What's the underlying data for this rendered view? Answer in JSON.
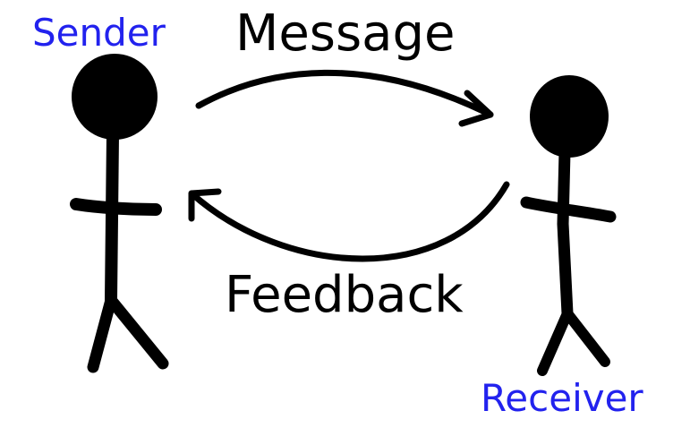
{
  "diagram": {
    "sender": {
      "label": "Sender"
    },
    "receiver": {
      "label": "Receiver"
    },
    "message": {
      "label": "Message"
    },
    "feedback": {
      "label": "Feedback"
    }
  },
  "colors": {
    "role_label": "#2222ee",
    "ink": "#000000",
    "background": "#ffffff"
  }
}
